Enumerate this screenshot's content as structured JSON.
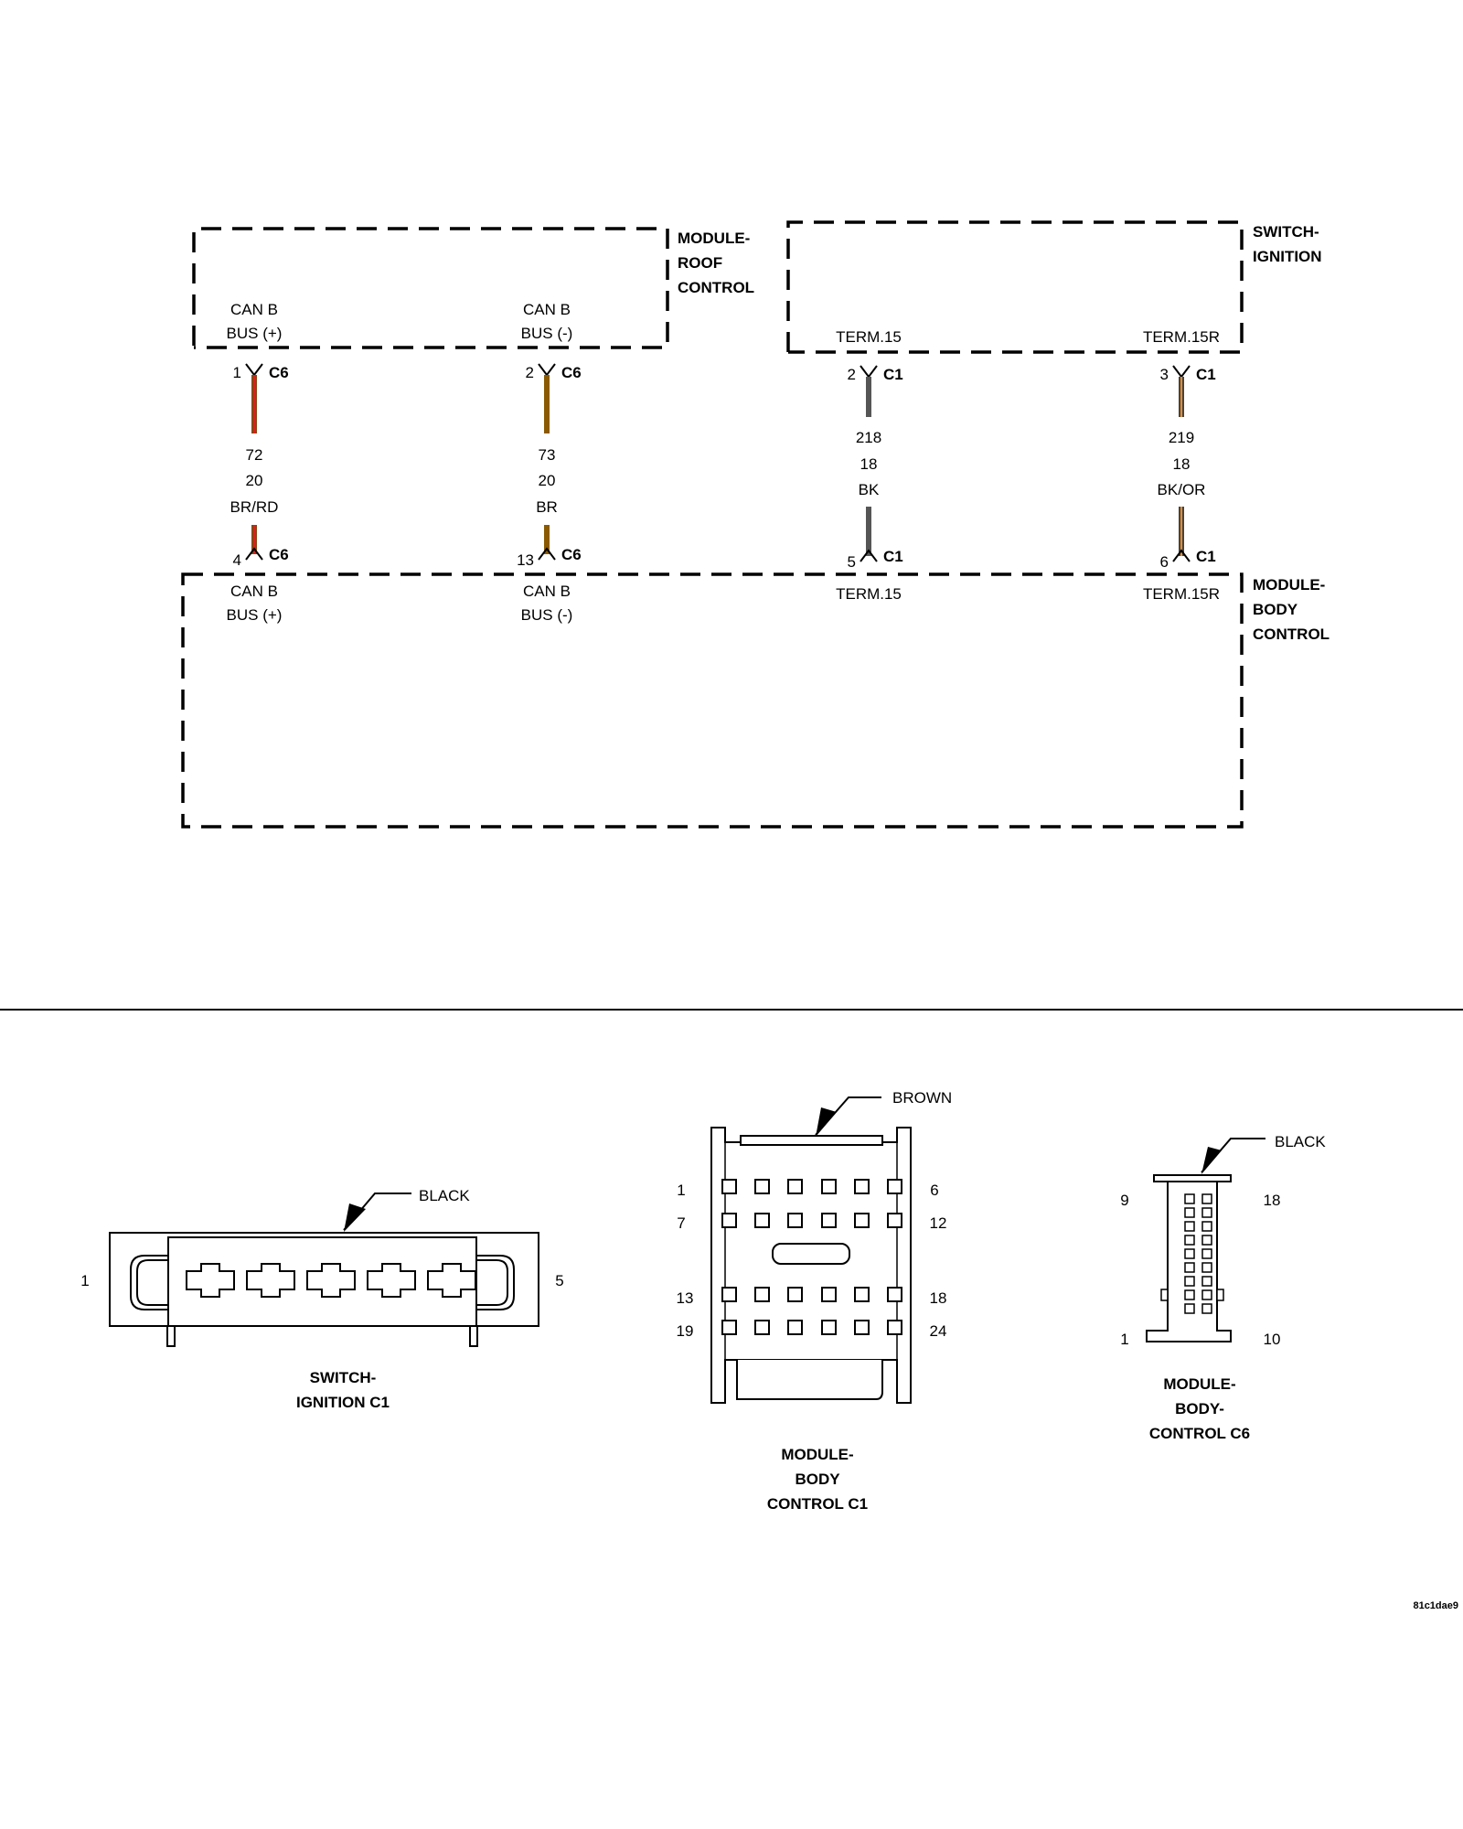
{
  "modules": {
    "roof": {
      "name_lines": [
        "MODULE-",
        "ROOF",
        "CONTROL"
      ]
    },
    "ignition": {
      "name_lines": [
        "SWITCH-",
        "IGNITION"
      ]
    },
    "body": {
      "name_lines": [
        "MODULE-",
        "BODY",
        "CONTROL"
      ]
    }
  },
  "circuits": [
    {
      "id": "c72",
      "top_label": [
        "CAN B",
        "BUS (+)"
      ],
      "top_pin": "1",
      "top_connector": "C6",
      "circuit": "72",
      "gauge": "20",
      "color_code": "BR/RD",
      "wire_main": "#8B4513",
      "wire_stripe": "#D4231A",
      "bottom_pin": "4",
      "bottom_connector": "C6",
      "bottom_label": [
        "CAN B",
        "BUS (+)"
      ]
    },
    {
      "id": "c73",
      "top_label": [
        "CAN B",
        "BUS (-)"
      ],
      "top_pin": "2",
      "top_connector": "C6",
      "circuit": "73",
      "gauge": "20",
      "color_code": "BR",
      "wire_main": "#8B5A00",
      "wire_stripe": "#8B5A00",
      "bottom_pin": "13",
      "bottom_connector": "C6",
      "bottom_label": [
        "CAN B",
        "BUS (-)"
      ]
    },
    {
      "id": "c218",
      "top_label": [
        "TERM.15"
      ],
      "top_pin": "2",
      "top_connector": "C1",
      "circuit": "218",
      "gauge": "18",
      "color_code": "BK",
      "wire_main": "#555555",
      "wire_stripe": "#555555",
      "bottom_pin": "5",
      "bottom_connector": "C1",
      "bottom_label": [
        "TERM.15"
      ]
    },
    {
      "id": "c219",
      "top_label": [
        "TERM.15R"
      ],
      "top_pin": "3",
      "top_connector": "C1",
      "circuit": "219",
      "gauge": "18",
      "color_code": "BK/OR",
      "wire_main": "#444444",
      "wire_stripe": "#F08A1C",
      "bottom_pin": "6",
      "bottom_connector": "C1",
      "bottom_label": [
        "TERM.15R"
      ]
    }
  ],
  "connectors": {
    "ignition_c1": {
      "color": "BLACK",
      "pin_left": "1",
      "pin_right": "5",
      "caption": [
        "SWITCH-",
        "IGNITION C1"
      ]
    },
    "body_c1": {
      "color": "BROWN",
      "row_labels": [
        [
          "1",
          "6"
        ],
        [
          "7",
          "12"
        ],
        [
          "13",
          "18"
        ],
        [
          "19",
          "24"
        ]
      ],
      "caption": [
        "MODULE-",
        "BODY",
        "CONTROL C1"
      ]
    },
    "body_c6": {
      "color": "BLACK",
      "pin_top_left": "9",
      "pin_top_right": "18",
      "pin_bottom_left": "1",
      "pin_bottom_right": "10",
      "caption": [
        "MODULE-",
        "BODY-",
        "CONTROL C6"
      ]
    }
  },
  "figure_id": "81c1dae9"
}
